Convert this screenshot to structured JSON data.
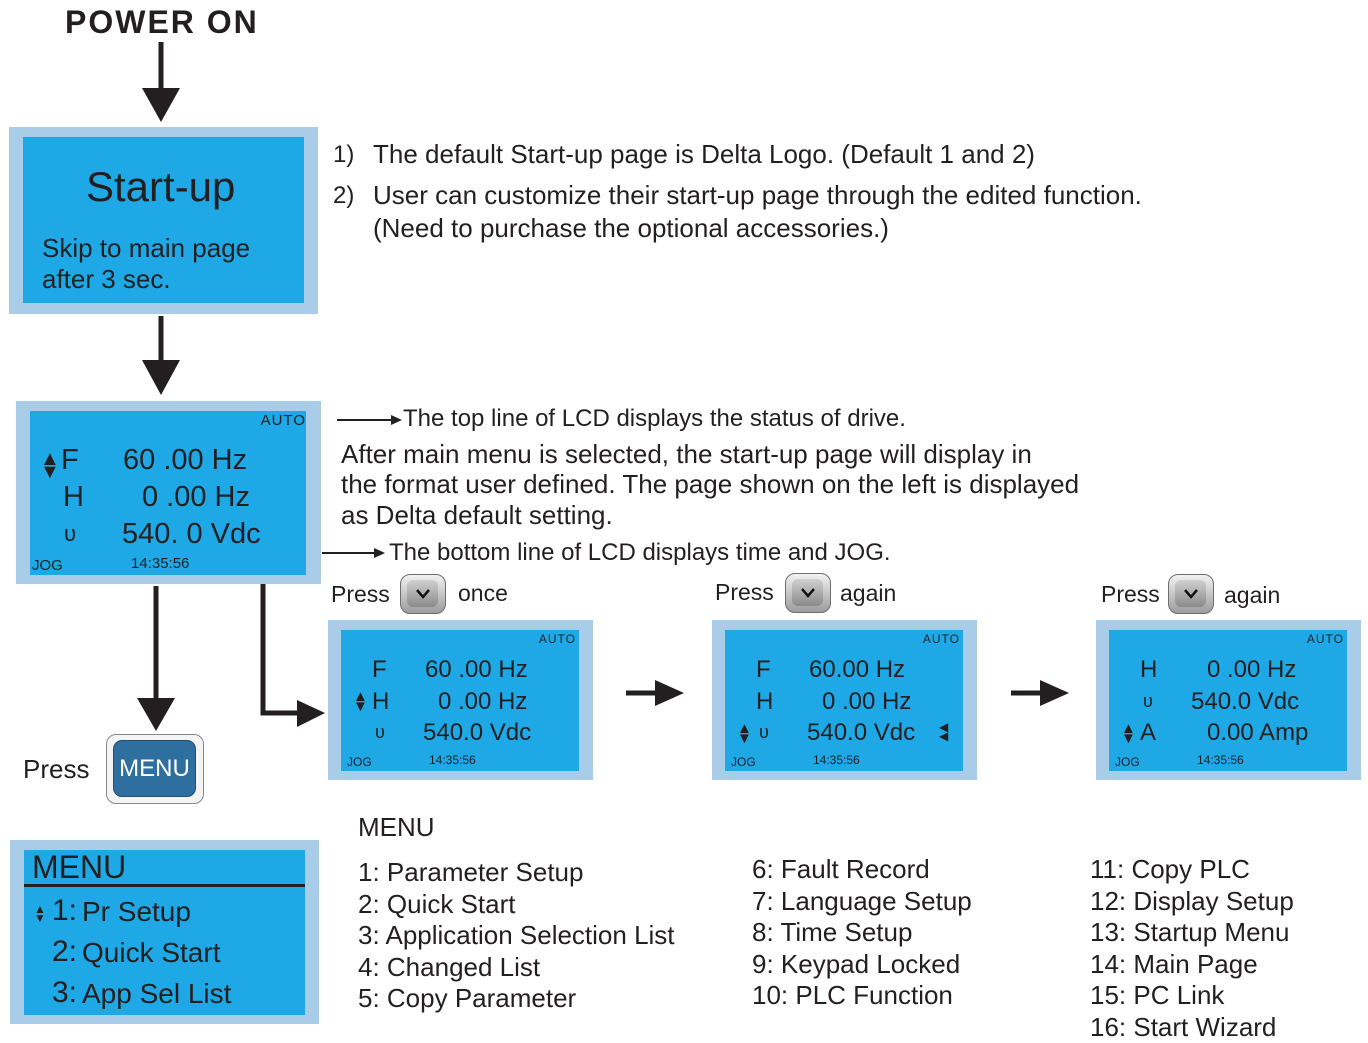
{
  "power_on": "POWER ON",
  "startup_screen": {
    "title": "Start-up",
    "line1": "Skip to main page",
    "line2": "after 3 sec."
  },
  "notes": {
    "n1_num": "1)",
    "n1": "The default Start-up page is Delta Logo. (Default 1 and 2)",
    "n2_num": "2)",
    "n2a": "User can customize their start-up page through the edited function.",
    "n2b": "(Need to purchase the optional accessories.)",
    "top_line": "The top line of LCD displays the status of drive.",
    "after1": "After main menu is selected, the start-up page will display in",
    "after2": "the format user defined. The page shown on the left is displayed",
    "after3": "as Delta default setting.",
    "bottom_line": "The bottom line of LCD displays time and JOG."
  },
  "main_lcd": {
    "auto": "AUTO",
    "row1_label": "F",
    "row1_value": "60 .00 Hz",
    "row2_label": "H",
    "row2_value": "0 .00 Hz",
    "row3_label": "υ",
    "row3_value": "540. 0 Vdc",
    "jog": "JOG",
    "time": "14:35:56"
  },
  "press_steps": [
    {
      "press": "Press",
      "suffix": "once"
    },
    {
      "press": "Press",
      "suffix": "again"
    },
    {
      "press": "Press",
      "suffix": "again"
    }
  ],
  "small_lcds": [
    {
      "auto": "AUTO",
      "rows": [
        {
          "label": "F",
          "value": "60 .00 Hz"
        },
        {
          "label": "H",
          "value": "0 .00 Hz"
        },
        {
          "label": "υ",
          "value": "540.0 Vdc"
        }
      ],
      "jog": "JOG",
      "time": "14:35:56"
    },
    {
      "auto": "AUTO",
      "rows": [
        {
          "label": "F",
          "value": "60.00 Hz"
        },
        {
          "label": "H",
          "value": "0 .00 Hz"
        },
        {
          "label": "υ",
          "value": "540.0 Vdc"
        }
      ],
      "jog": "JOG",
      "time": "14:35:56"
    },
    {
      "auto": "AUTO",
      "rows": [
        {
          "label": "H",
          "value": "0 .00 Hz"
        },
        {
          "label": "υ",
          "value": "540.0 Vdc"
        },
        {
          "label": "A",
          "value": "0.00 Amp"
        }
      ],
      "jog": "JOG",
      "time": "14:35:56"
    }
  ],
  "press_menu": {
    "press": "Press",
    "button": "MENU"
  },
  "menu_lcd": {
    "title": "MENU",
    "items": [
      {
        "num": "1:",
        "label": "Pr Setup"
      },
      {
        "num": "2:",
        "label": "Quick Start"
      },
      {
        "num": "3:",
        "label": "App Sel List"
      }
    ]
  },
  "menu_list": {
    "heading": "MENU",
    "col1": [
      "1: Parameter Setup",
      "2: Quick Start",
      "3: Application Selection List",
      "4: Changed List",
      "5: Copy Parameter"
    ],
    "col2": [
      "6: Fault Record",
      "7: Language Setup",
      "8: Time Setup",
      "9: Keypad Locked",
      "10: PLC Function"
    ],
    "col3": [
      "11: Copy PLC",
      "12: Display Setup",
      "13: Startup Menu",
      "14: Main Page",
      "15: PC Link",
      "16: Start Wizard"
    ]
  },
  "colors": {
    "lcd": "#1ea8e6",
    "lcd_frame": "#a9cde8",
    "menu_button": "#2e6fa0"
  }
}
